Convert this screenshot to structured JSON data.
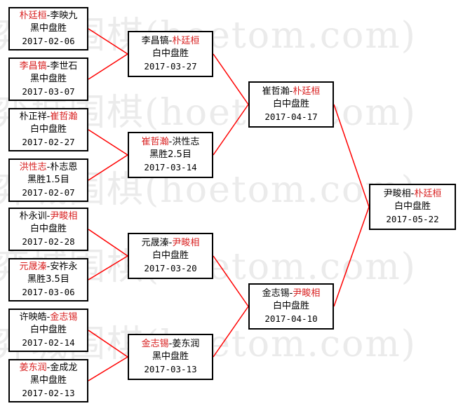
{
  "watermark": "弈城围棋(hoetom.com)",
  "bracket": {
    "round1": [
      {
        "p1": "朴廷桓",
        "sep": "-",
        "p2": "李映九",
        "winner": "p1",
        "result": "黑中盘胜",
        "date": "2017-02-06"
      },
      {
        "p1": "李昌镐",
        "sep": "-",
        "p2": "李世石",
        "winner": "p1",
        "result": "黑中盘胜",
        "date": "2017-03-07"
      },
      {
        "p1": "朴正祥",
        "sep": "-",
        "p2": "崔哲瀚",
        "winner": "p2",
        "result": "白中盘胜",
        "date": "2017-02-27"
      },
      {
        "p1": "洪性志",
        "sep": "-",
        "p2": "朴志恩",
        "winner": "p1",
        "result": "黑胜1.5目",
        "date": "2017-02-07"
      },
      {
        "p1": "朴永训",
        "sep": "-",
        "p2": "尹畯相",
        "winner": "p2",
        "result": "白中盘胜",
        "date": "2017-02-28"
      },
      {
        "p1": "元晟溱",
        "sep": "-",
        "p2": "安祚永",
        "winner": "p1",
        "result": "黑胜3.5目",
        "date": "2017-03-06"
      },
      {
        "p1": "许映皓",
        "sep": "-",
        "p2": "金志锡",
        "winner": "p2",
        "result": "白中盘胜",
        "date": "2017-02-14"
      },
      {
        "p1": "姜东润",
        "sep": "-",
        "p2": "金成龙",
        "winner": "p1",
        "result": "黑中盘胜",
        "date": "2017-02-13"
      }
    ],
    "round2": [
      {
        "p1": "李昌镐",
        "sep": "-",
        "p2": "朴廷桓",
        "winner": "p2",
        "result": "白中盘胜",
        "date": "2017-03-27"
      },
      {
        "p1": "崔哲瀚",
        "sep": "-",
        "p2": "洪性志",
        "winner": "p1",
        "result": "黑胜2.5目",
        "date": "2017-03-14"
      },
      {
        "p1": "元晟溱",
        "sep": "-",
        "p2": "尹畯相",
        "winner": "p2",
        "result": "白中盘胜",
        "date": "2017-03-20"
      },
      {
        "p1": "金志锡",
        "sep": "-",
        "p2": "姜东润",
        "winner": "p1",
        "result": "黑中盘胜",
        "date": "2017-03-13"
      }
    ],
    "round3": [
      {
        "p1": "崔哲瀚",
        "sep": "-",
        "p2": "朴廷桓",
        "winner": "p2",
        "result": "白中盘胜",
        "date": "2017-04-17"
      },
      {
        "p1": "金志锡",
        "sep": "-",
        "p2": "尹畯相",
        "winner": "p2",
        "result": "白中盘胜",
        "date": "2017-04-10"
      }
    ],
    "final": [
      {
        "p1": "尹畯相",
        "sep": "-",
        "p2": "朴廷桓",
        "winner": "p2",
        "result": "白中盘胜",
        "date": "2017-05-22"
      }
    ],
    "colors": {
      "winner": "#d81e1e",
      "line": "#ff0000",
      "border": "#000000",
      "watermark": "#ebebeb"
    }
  }
}
